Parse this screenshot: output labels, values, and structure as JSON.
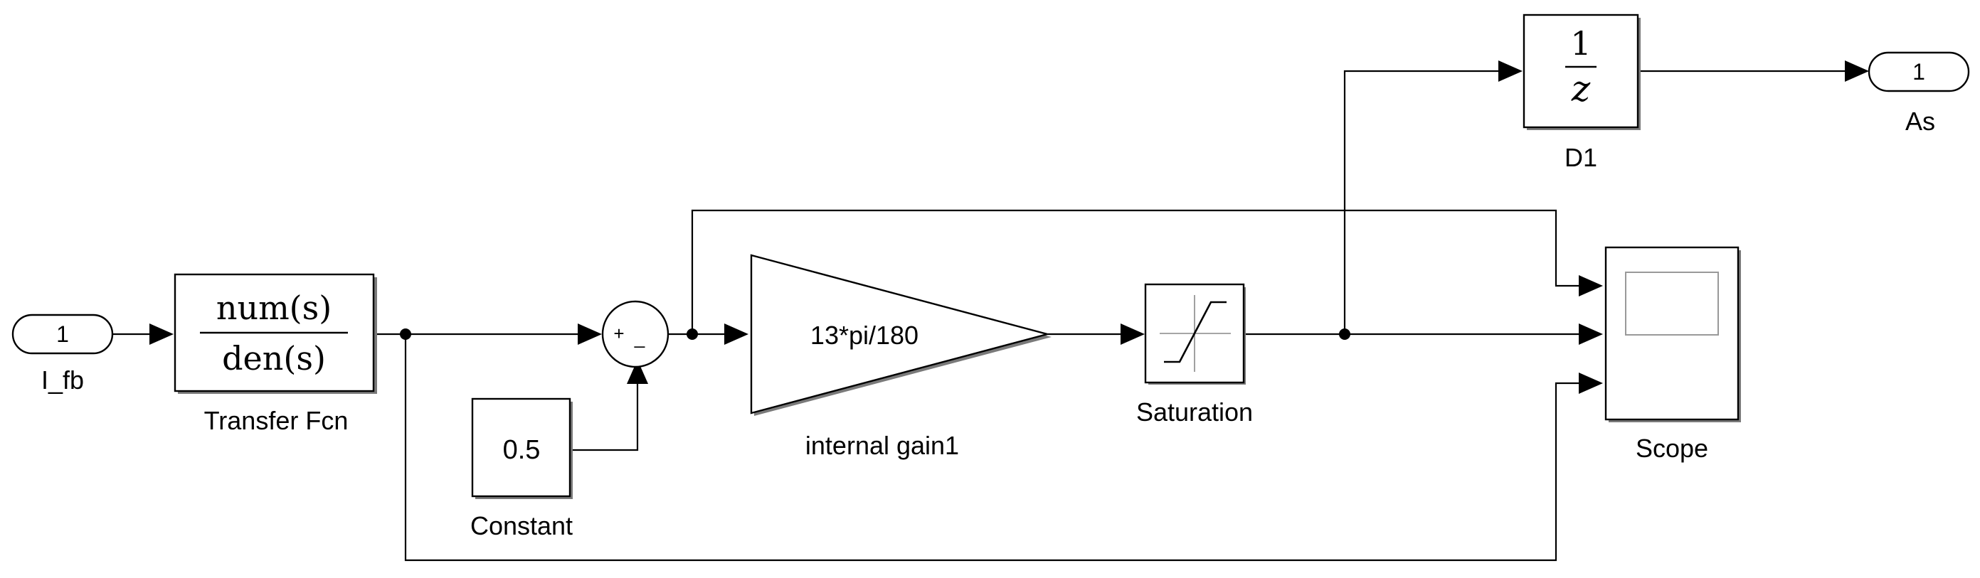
{
  "ports": {
    "inport": {
      "number": "1",
      "name": "I_fb"
    },
    "outport": {
      "number": "1",
      "name": "As"
    }
  },
  "blocks": {
    "transfer_fcn": {
      "num": "num(s)",
      "den": "den(s)",
      "name": "Transfer Fcn"
    },
    "sum": {
      "plus": "+",
      "minus": "_"
    },
    "constant": {
      "value": "0.5",
      "name": "Constant"
    },
    "gain": {
      "value": "13*pi/180",
      "name": "internal gain1"
    },
    "saturation": {
      "name": "Saturation"
    },
    "delay": {
      "num": "1",
      "den": "z",
      "name": "D1"
    },
    "scope": {
      "name": "Scope"
    }
  }
}
